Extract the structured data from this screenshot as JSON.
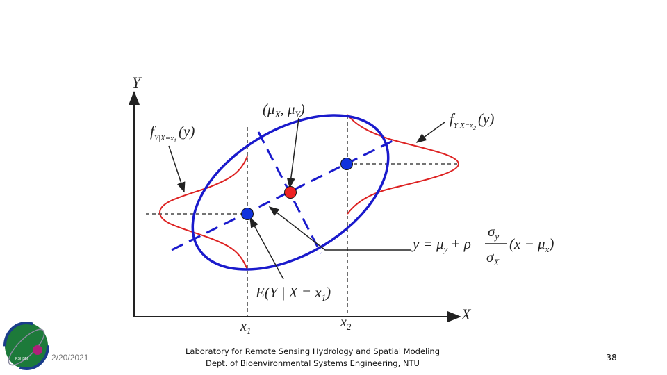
{
  "diagram": {
    "axes": {
      "y_label": "Y",
      "x_label": "X",
      "x1_label": "x",
      "x1_sub": "1",
      "x2_label": "x",
      "x2_sub": "2"
    },
    "labels": {
      "mean_point": "(μ",
      "mean_point_sub_x": "X",
      "mean_point_mid": ", μ",
      "mean_point_sub_y": "Y",
      "mean_point_end": ")",
      "cond_pdf_1_main": "f",
      "cond_pdf_1_sub": "Y|X=x",
      "cond_pdf_1_subsub": "1",
      "cond_pdf_1_arg": "(y)",
      "cond_pdf_2_main": "f",
      "cond_pdf_2_sub": "Y|X=x",
      "cond_pdf_2_subsub": "2",
      "cond_pdf_2_arg": "(y)",
      "regression_lhs": "y = μ",
      "regression_lhs_sub": "y",
      "regression_rho": "+ ρ",
      "regression_num": "σ",
      "regression_num_sub": "y",
      "regression_den": "σ",
      "regression_den_sub": "X",
      "regression_rhs": "(x − μ",
      "regression_rhs_sub": "x",
      "regression_rhs_end": ")",
      "cond_exp_main": "E(Y | X = x",
      "cond_exp_sub": "1",
      "cond_exp_end": ")"
    },
    "colors": {
      "ellipse": "#1a1acc",
      "regression_line": "#1a1acc",
      "pdf_curve": "#dd2222",
      "mean_dot": "#ee2222",
      "cond_dot": "#1133dd",
      "axis": "#222222"
    }
  },
  "footer": {
    "date": "2/20/2021",
    "org_line1": "Laboratory for Remote Sensing Hydrology and Spatial Modeling",
    "org_line2": "Dept. of Bioenvironmental Systems Engineering, NTU",
    "page_number": "38",
    "logo_text": "RSHSM"
  }
}
